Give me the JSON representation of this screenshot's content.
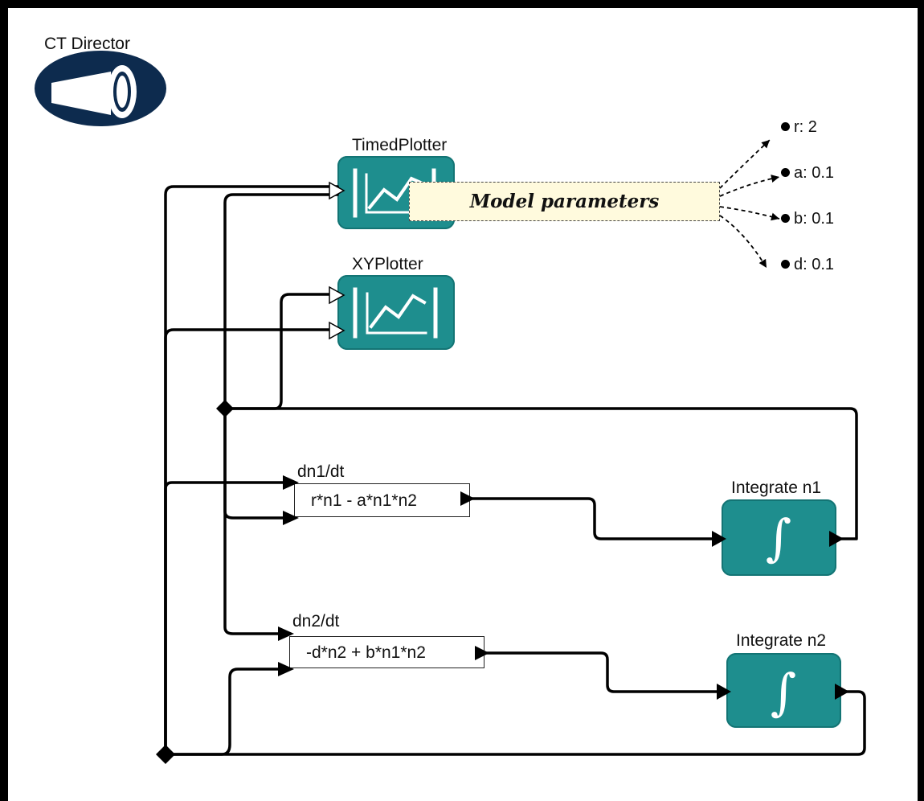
{
  "director": {
    "label": "CT Director"
  },
  "actors": {
    "timed_plotter": {
      "label": "TimedPlotter"
    },
    "xy_plotter": {
      "label": "XYPlotter"
    },
    "dn1": {
      "label": "dn1/dt",
      "expression": "r*n1 - a*n1*n2"
    },
    "dn2": {
      "label": "dn2/dt",
      "expression": "-d*n2 + b*n1*n2"
    },
    "integrate_n1": {
      "label": "Integrate n1",
      "symbol": "∫"
    },
    "integrate_n2": {
      "label": "Integrate n2",
      "symbol": "∫"
    }
  },
  "annotation": {
    "text": "Model parameters"
  },
  "parameters": [
    {
      "name": "r",
      "value": "2",
      "text": "r: 2"
    },
    {
      "name": "a",
      "value": "0.1",
      "text": "a: 0.1"
    },
    {
      "name": "b",
      "value": "0.1",
      "text": "b: 0.1"
    },
    {
      "name": "d",
      "value": "0.1",
      "text": "d: 0.1"
    }
  ],
  "colors": {
    "actor": "#1e8e8e",
    "director": "#0d2b4e",
    "note": "#fffadd",
    "wire": "#000000"
  },
  "icons": [
    "director-megaphone-icon",
    "plotter-icon",
    "integrator-icon",
    "relation-diamond-icon"
  ]
}
